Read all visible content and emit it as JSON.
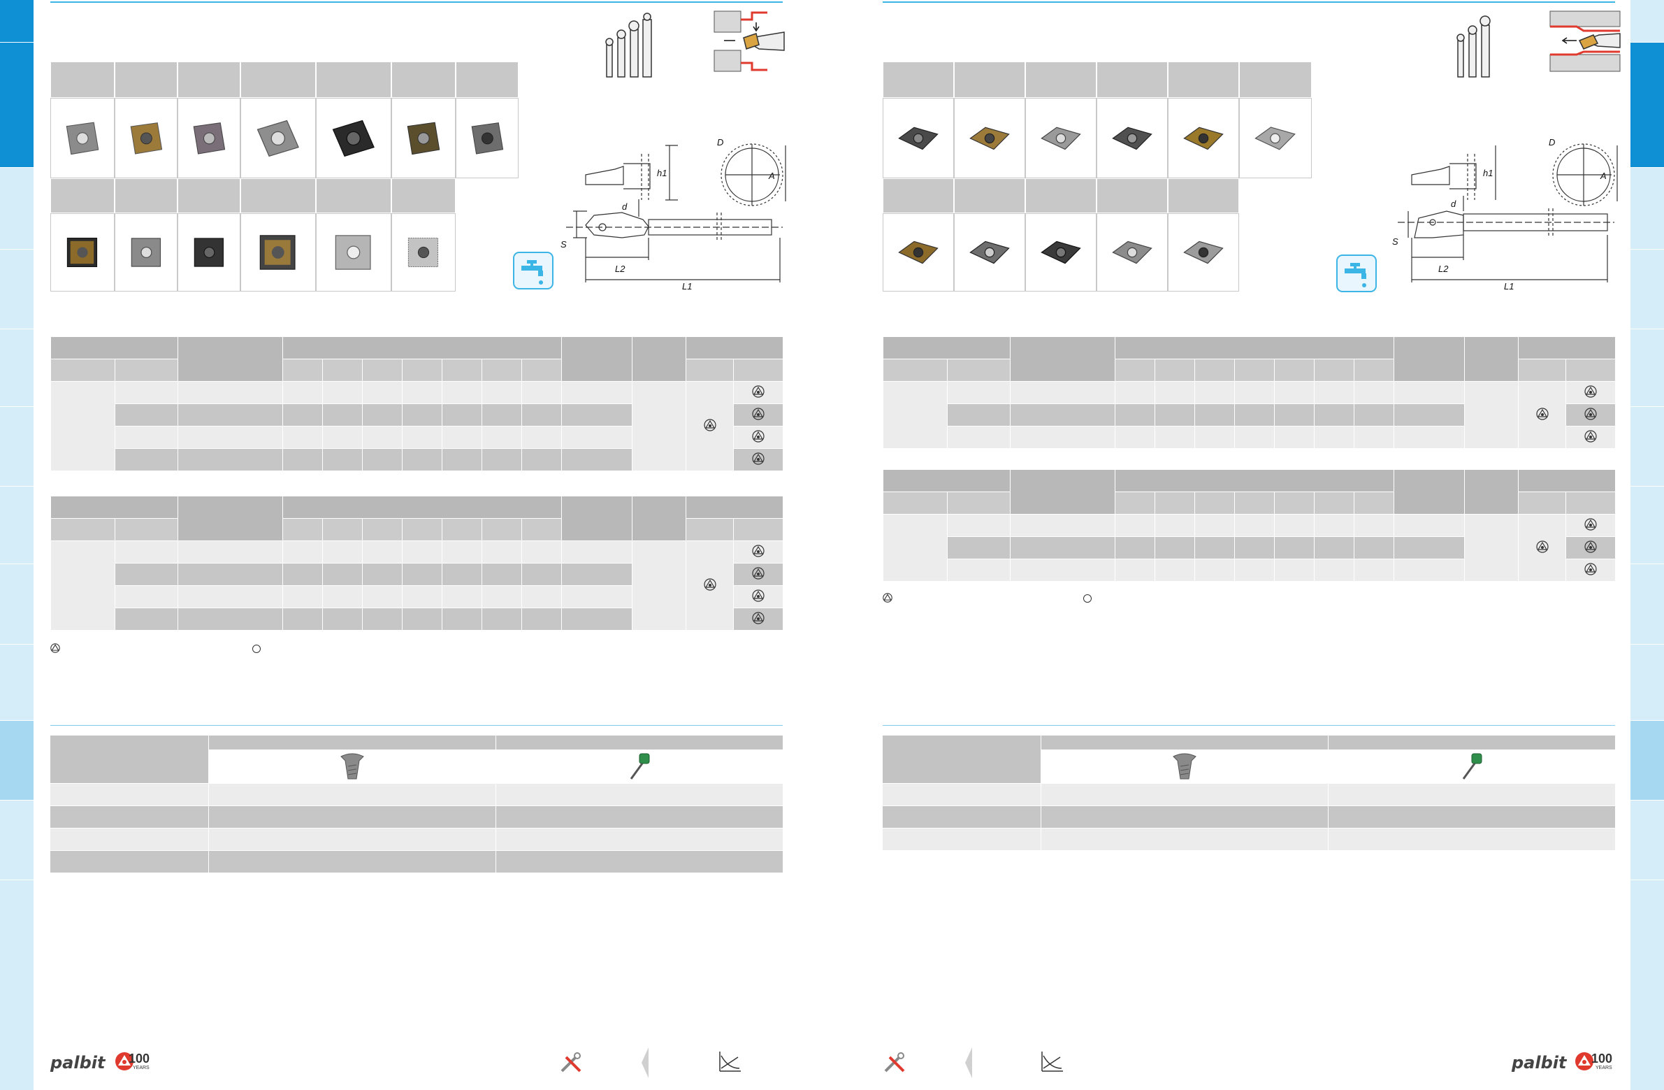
{
  "brand": {
    "logo_text": "palbit",
    "anniversary": "100",
    "anniversary_word": "YEARS",
    "accent": "#e03a2f",
    "blue": "#0f8fd4",
    "light_blue": "#d5edf9",
    "mid_blue": "#a7d8f2"
  },
  "left": {
    "inserts_row1": 7,
    "inserts_row2": 6,
    "insert_tints_row1": [
      "#8b8b8b",
      "#9c7a3a",
      "#7a6e78",
      "#8e8e8e",
      "#2a2a2a",
      "#5b4e2d",
      "#6d6d6d"
    ],
    "insert_tints_row2": [
      "#8c6a2a",
      "#8a8a8a",
      "#333333",
      "#9a7a3a",
      "#b5b5b5",
      "#c3c3c3"
    ],
    "diagram_labels": {
      "D": "D",
      "A": "A",
      "h1": "h1",
      "d": "d",
      "S": "S",
      "L2": "L2",
      "L1": "L1"
    }
  },
  "right": {
    "inserts_row1": 6,
    "inserts_row2": 5,
    "insert_tints_row1": [
      "#4a4a4a",
      "#9c7a3a",
      "#9a9a9a",
      "#505050",
      "#9a7a2a",
      "#a8a8a8"
    ],
    "insert_tints_row2": [
      "#8c6a2a",
      "#6e6e6e",
      "#3a3a3a",
      "#8c8c8c",
      "#9c9c9c"
    ],
    "diagram_labels": {
      "D": "D",
      "A": "A",
      "h1": "h1",
      "d": "d",
      "S": "S",
      "L2": "L2",
      "L1": "L1"
    }
  },
  "icons": {
    "coolant": "coolant-tap-icon",
    "palbit_symbol": "palbit-symbol-icon",
    "screw": "torx-screw-icon",
    "key": "torx-key-icon",
    "tools": "tools-icon",
    "chart": "cutting-data-chart-icon"
  }
}
